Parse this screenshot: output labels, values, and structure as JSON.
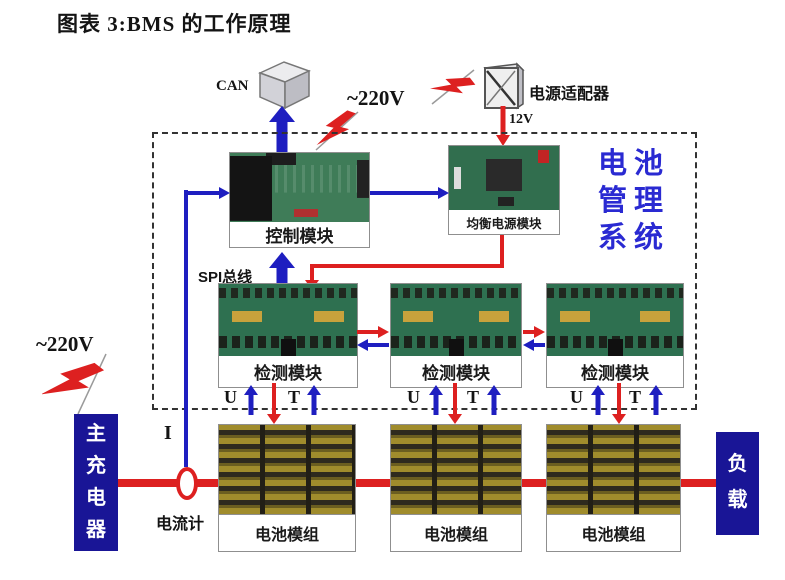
{
  "figure": {
    "title": "图表 3:BMS 的工作原理"
  },
  "colors": {
    "arrow_blue": "#1e1ec0",
    "signal_red": "#dd2020",
    "solid_box_blue": "#191596",
    "bms_title_blue": "#2a2ad2"
  },
  "icons": {
    "can_bus": "3d-cube",
    "power_adapter": "cube-with-cross",
    "mains": "lightning-bolt",
    "ammeter": "red-ring"
  },
  "top_section": {
    "can_label": "CAN",
    "mains_voltage": "~220V",
    "adapter_label": "电源适配器",
    "adapter_output": "12V"
  },
  "bms": {
    "system_name_lines": [
      "电池",
      "管理",
      "系统"
    ],
    "control_module_label": "控制模块",
    "balance_module_label": "均衡电源模块",
    "spi_bus_label": "SPI总线",
    "detection_modules": [
      {
        "label": "检测模块"
      },
      {
        "label": "检测模块"
      },
      {
        "label": "检测模块"
      }
    ],
    "voltage_signal": "U",
    "temperature_signal": "T"
  },
  "power_path": {
    "mains_voltage": "~220V",
    "charger_label": "主充电器",
    "current_symbol": "I",
    "ammeter_label": "电流计",
    "battery_modules": [
      {
        "label": "电池模组"
      },
      {
        "label": "电池模组"
      },
      {
        "label": "电池模组"
      }
    ],
    "load_label": "负载"
  }
}
